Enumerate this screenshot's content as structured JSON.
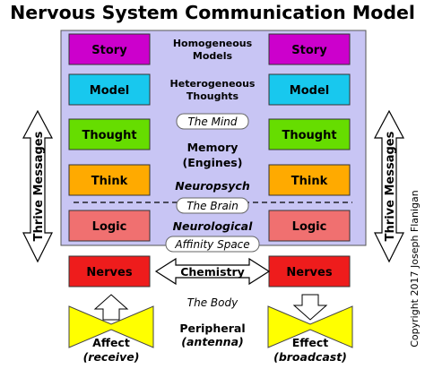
{
  "title": "Nervous System Communication Model",
  "colors": {
    "panel": "#c8c5f4",
    "story": "#cc00cc",
    "model": "#18c8ee",
    "thought": "#66dd00",
    "think": "#ffaa00",
    "logic": "#f07070",
    "nerves": "#ee1c1c",
    "antenna": "#ffff00"
  },
  "left_column": {
    "story": "Story",
    "model": "Model",
    "thought": "Thought",
    "think": "Think",
    "logic": "Logic",
    "nerves": "Nerves"
  },
  "right_column": {
    "story": "Story",
    "model": "Model",
    "thought": "Thought",
    "think": "Think",
    "logic": "Logic",
    "nerves": "Nerves"
  },
  "center": {
    "homogeneous_1": "Homogeneous",
    "homogeneous_2": "Models",
    "heterogeneous_1": "Heterogeneous",
    "heterogeneous_2": "Thoughts",
    "the_mind": "The Mind",
    "memory_1": "Memory",
    "memory_2": "(Engines)",
    "neuropsych": "Neuropsych",
    "the_brain": "The Brain",
    "neurological": "Neurological",
    "affinity_space": "Affinity Space",
    "chemistry": "Chemistry",
    "the_body": "The Body",
    "peripheral_1": "Peripheral",
    "peripheral_2": "(antenna)"
  },
  "sides": {
    "left_arrow": "Thrive Messages",
    "right_arrow": "Thrive Messages",
    "copyright": "Copyright 2017 Joseph Flanigan"
  },
  "bottom": {
    "affect": "Affect",
    "receive": "(receive)",
    "effect": "Effect",
    "broadcast": "(broadcast)"
  }
}
